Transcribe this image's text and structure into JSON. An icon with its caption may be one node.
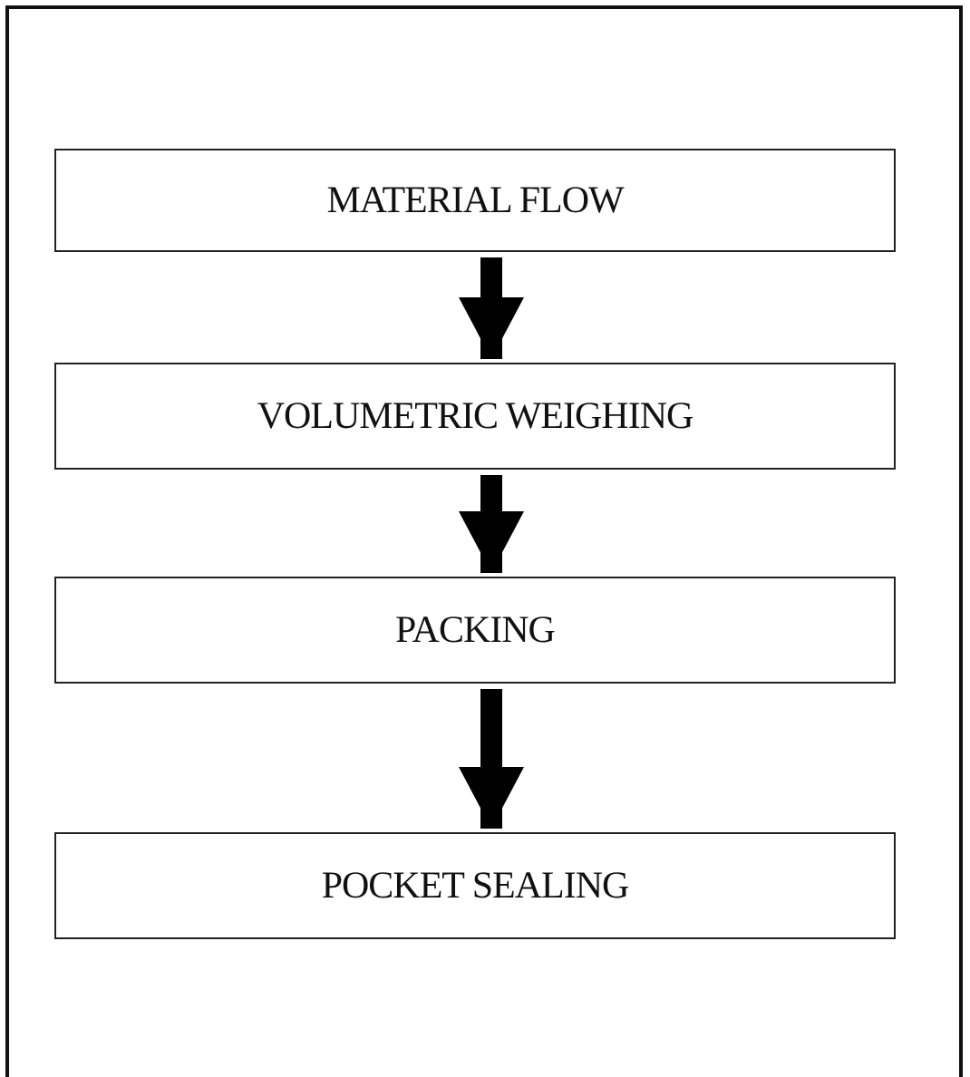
{
  "diagram": {
    "nodes": [
      {
        "text": [
          "MATERIAL FLOW"
        ]
      },
      {
        "text": [
          "VOLUMETRIC WEIGHING"
        ]
      },
      {
        "text": [
          "PACKING"
        ]
      },
      {
        "text": [
          "POCKET SEALING"
        ]
      }
    ],
    "edges": [
      {
        "from": 0,
        "to": 1,
        "arrow": "to"
      },
      {
        "from": 1,
        "to": 2,
        "arrow": "to"
      },
      {
        "from": 2,
        "to": 3,
        "arrow": "to"
      }
    ]
  }
}
